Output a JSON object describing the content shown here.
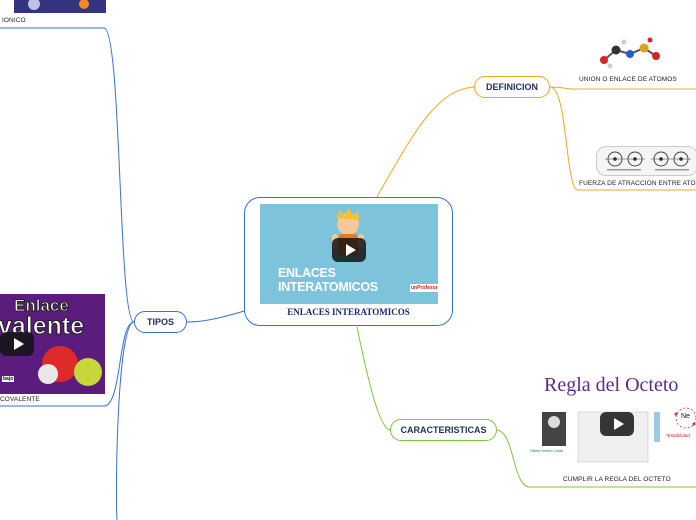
{
  "central": {
    "title": "ENLACES INTERATOMICOS",
    "video_caption": "ENLACES INTERATOMICOS",
    "video_brand": "unProfesor"
  },
  "branches": {
    "definicion": {
      "label": "DEFINICION",
      "color": "#f5a623"
    },
    "tipos": {
      "label": "TIPOS",
      "color": "#3b6fd8"
    },
    "caracteristicas": {
      "label": "CARACTERISTICAS",
      "color": "#7ac943"
    }
  },
  "leaves": {
    "union": {
      "label": "UNION O ENLACE DE ATOMOS"
    },
    "fuerza": {
      "label": "FUERZA DE ATRACCION ENTRE ATO"
    },
    "ionico": {
      "label": "IONICO"
    },
    "covalente": {
      "label": "COVALENTE",
      "thumb_word1": "Enlace",
      "thumb_word2": "valente",
      "thumb_small": "bajo"
    },
    "octeto": {
      "label": "CUMPLIR LA REGLA DEL OCTETO",
      "thumb_title": "Regla del Octeto",
      "element": "Ne",
      "caption": "Gilbert Newton Lewis",
      "red_text": "*Estabilidad"
    }
  }
}
